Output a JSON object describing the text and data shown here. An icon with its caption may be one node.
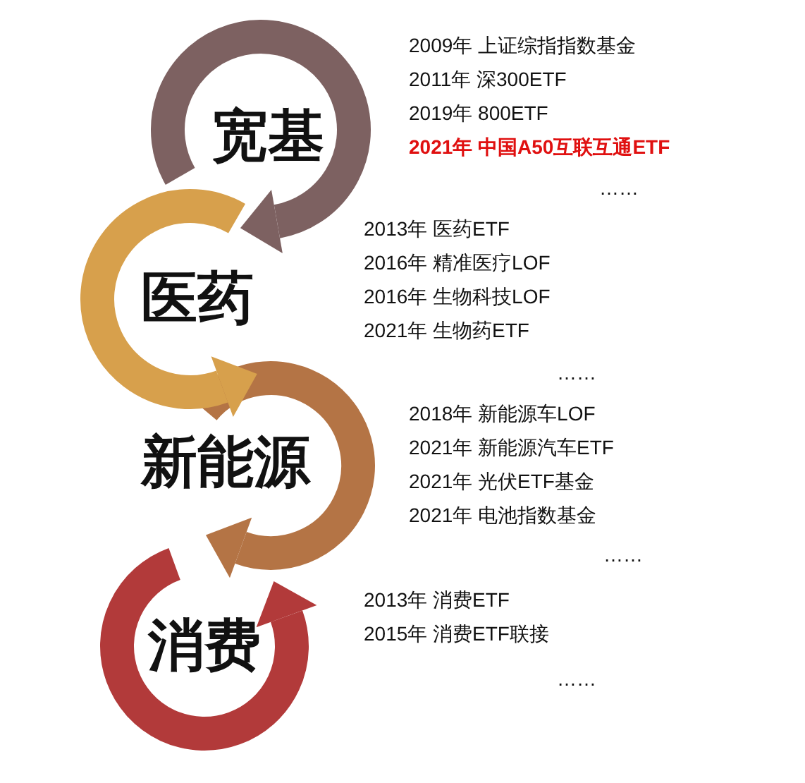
{
  "diagram": {
    "nodes": [
      {
        "text": [
          "宽基"
        ]
      },
      {
        "text": [
          "医药"
        ]
      },
      {
        "text": [
          "新能源"
        ]
      },
      {
        "text": [
          "消费"
        ]
      }
    ],
    "labels": [
      "2009年 上证综指指数基金",
      "2011年 深300ETF",
      "2019年 800ETF",
      "2021年 中国A50互联互通ETF",
      "……",
      "2013年 医药ETF",
      "2016年 精准医疗LOF",
      "2016年 生物科技LOF",
      "2021年 生物药ETF",
      "……",
      "2018年 新能源车LOF",
      "2021年 新能源汽车ETF",
      "2021年 光伏ETF基金",
      "2021年 电池指数基金",
      "……",
      "2013年 消费ETF",
      "2015年 消费ETF联接",
      "……"
    ]
  }
}
